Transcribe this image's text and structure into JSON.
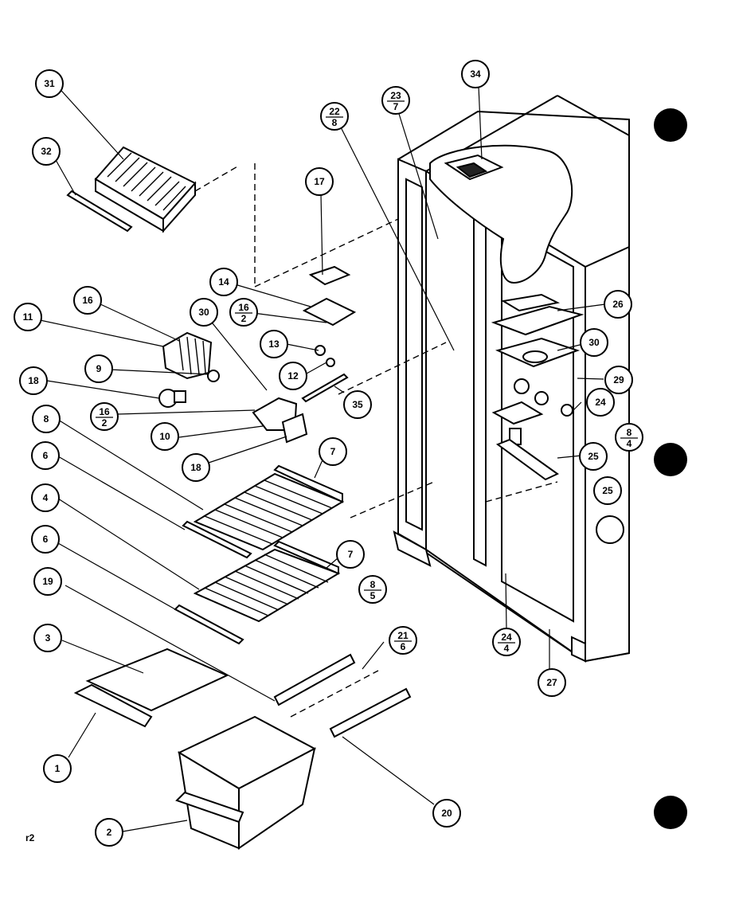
{
  "page_code": "r2",
  "callouts": [
    {
      "label": "31"
    },
    {
      "label": "32"
    },
    {
      "label": "22",
      "sub": "8"
    },
    {
      "label": "23",
      "sub": "7"
    },
    {
      "label": "34"
    },
    {
      "label": "17"
    },
    {
      "label": "14"
    },
    {
      "label": "16"
    },
    {
      "label": "30"
    },
    {
      "label": "16",
      "sub": "2"
    },
    {
      "label": "11"
    },
    {
      "label": "13"
    },
    {
      "label": "9"
    },
    {
      "label": "12"
    },
    {
      "label": "18"
    },
    {
      "label": "35"
    },
    {
      "label": "16",
      "sub": "2"
    },
    {
      "label": "10"
    },
    {
      "label": "18"
    },
    {
      "label": "8"
    },
    {
      "label": "7"
    },
    {
      "label": "6"
    },
    {
      "label": "4"
    },
    {
      "label": "7"
    },
    {
      "label": "6"
    },
    {
      "label": "8",
      "sub": "5"
    },
    {
      "label": "19"
    },
    {
      "label": "3"
    },
    {
      "label": "21",
      "sub": "6"
    },
    {
      "label": "1"
    },
    {
      "label": "2"
    },
    {
      "label": "20"
    },
    {
      "label": "26"
    },
    {
      "label": "30"
    },
    {
      "label": "29"
    },
    {
      "label": "24"
    },
    {
      "label": "8",
      "sub": "4"
    },
    {
      "label": "25"
    },
    {
      "label": "25"
    },
    {
      "label": "24",
      "sub": "4"
    },
    {
      "label": "27"
    },
    {
      "label": ""
    }
  ]
}
